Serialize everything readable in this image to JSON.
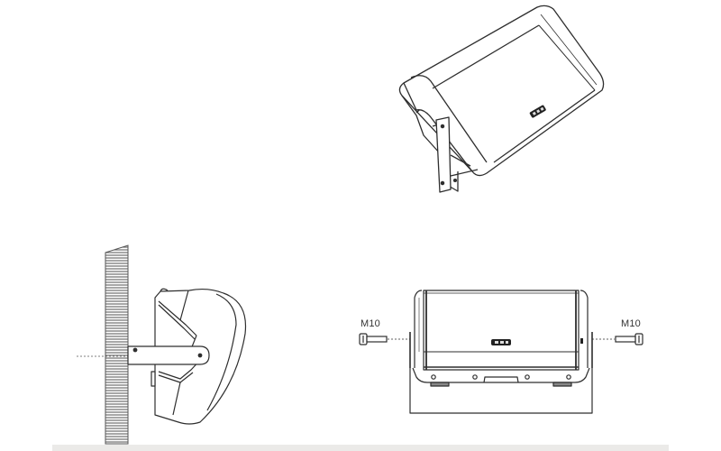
{
  "diagram": {
    "type": "installation-diagram",
    "subject": "wedge speaker monitor mounting",
    "views": [
      {
        "id": "perspective",
        "description": "speaker on U-bracket, isometric view"
      },
      {
        "id": "side-wall",
        "description": "speaker mounted to wall via bracket, side view"
      },
      {
        "id": "front-bracket",
        "description": "front view with bracket and bolts"
      }
    ],
    "bolt_left_label": "M10",
    "bolt_right_label": "M10"
  },
  "colors": {
    "line": "#333333",
    "wall_hatch": "#777777",
    "bottom_band": "#ebeae8",
    "background": "#ffffff"
  }
}
